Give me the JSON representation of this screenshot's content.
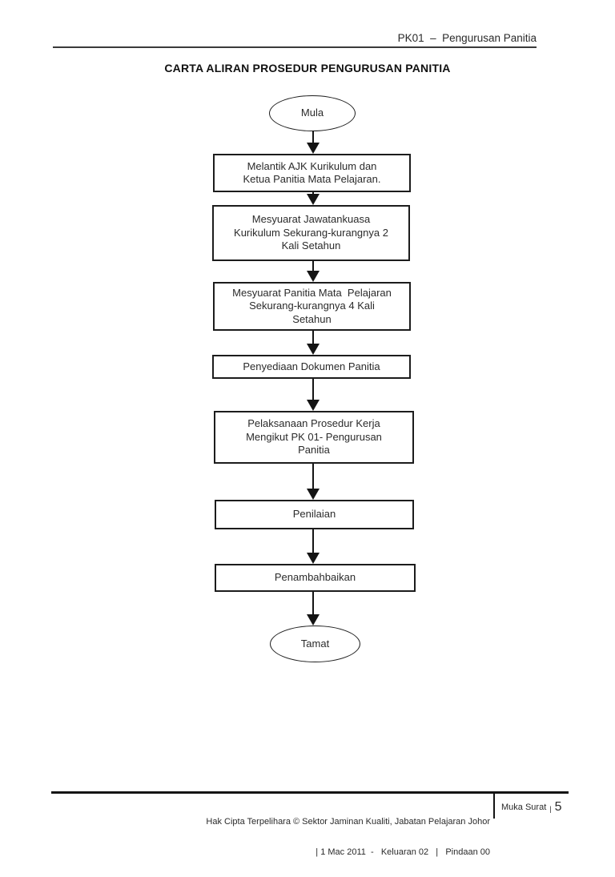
{
  "header": {
    "doc_code": "PK01  –  Pengurusan Panitia"
  },
  "title": "CARTA ALIRAN PROSEDUR PENGURUSAN PANITIA",
  "flowchart": {
    "nodes": [
      {
        "type": "terminator",
        "label": "Mula"
      },
      {
        "type": "process",
        "label": "Melantik AJK Kurikulum dan\nKetua Panitia Mata Pelajaran."
      },
      {
        "type": "process",
        "label": "Mesyuarat Jawatankuasa\nKurikulum Sekurang-kurangnya 2\nKali Setahun"
      },
      {
        "type": "process",
        "label": "Mesyuarat Panitia Mata  Pelajaran\nSekurang-kurangnya 4 Kali\nSetahun"
      },
      {
        "type": "process",
        "label": "Penyediaan Dokumen Panitia"
      },
      {
        "type": "process",
        "label": "Pelaksanaan Prosedur Kerja\nMengikut PK 01- Pengurusan\nPanitia"
      },
      {
        "type": "process",
        "label": "Penilaian"
      },
      {
        "type": "process",
        "label": "Penambahbaikan"
      },
      {
        "type": "terminator",
        "label": "Tamat"
      }
    ]
  },
  "footer": {
    "copyright_line1": "Hak Cipta Terpelihara © Sektor Jaminan Kualiti, Jabatan Pelajaran Johor",
    "copyright_line2": "| 1 Mac 2011  -   Keluaran 02   |   Pindaan 00",
    "page_label": "Muka Surat",
    "page_separator": "|",
    "page_number": "5"
  }
}
